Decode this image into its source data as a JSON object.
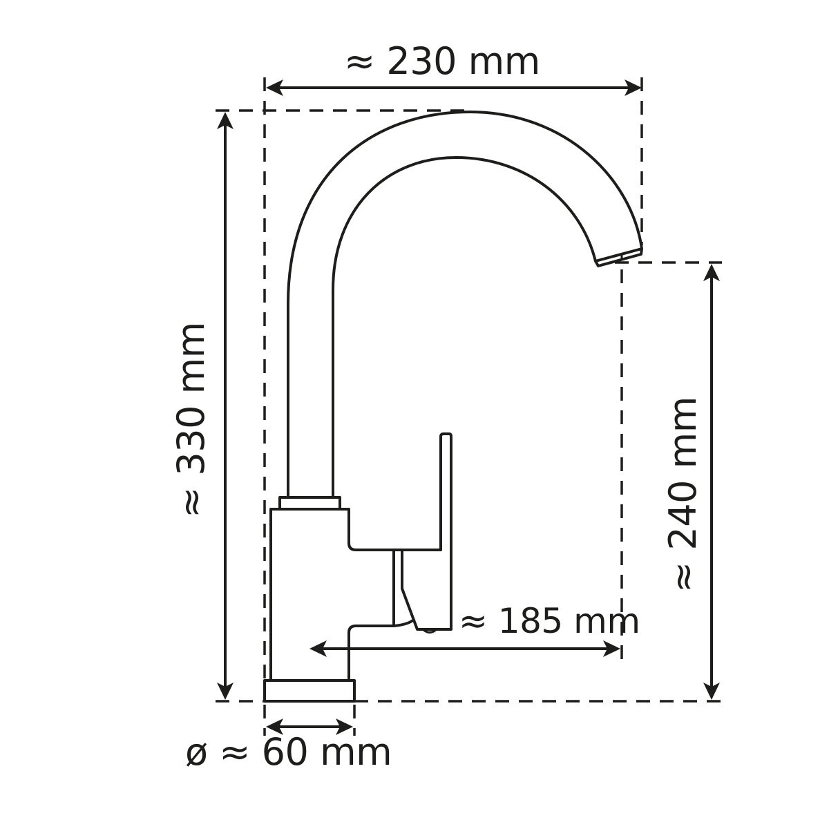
{
  "diagram": {
    "subject": "Kitchen faucet dimension drawing",
    "colors": {
      "line": "#1d1d1b",
      "background": "#ffffff"
    },
    "dimensions": {
      "width_top": {
        "label": "≈ 230 mm",
        "value_mm": 230,
        "approx": true
      },
      "total_height": {
        "label": "≈ 330 mm",
        "value_mm": 330,
        "approx": true
      },
      "spout_height": {
        "label": "≈ 240 mm",
        "value_mm": 240,
        "approx": true
      },
      "spout_reach": {
        "label": "≈ 185 mm",
        "value_mm": 185,
        "approx": true
      },
      "base_diameter": {
        "label": "ø ≈ 60 mm",
        "value_mm": 60,
        "approx": true
      }
    }
  }
}
